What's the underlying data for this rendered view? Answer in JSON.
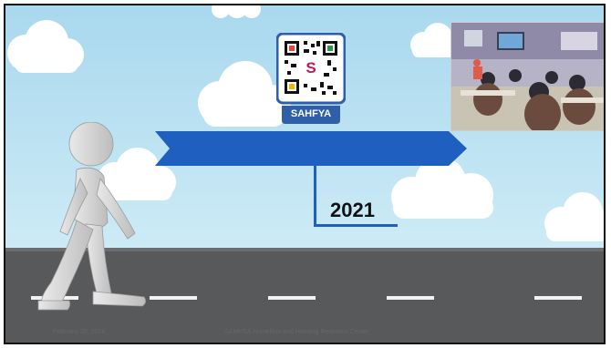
{
  "slide": {
    "year": "2021",
    "qr_label": "SAHFYA",
    "footer": {
      "date": "February 28, 2024",
      "organization": "SAMHSA Homeless and Housing Resource Center"
    }
  },
  "colors": {
    "sky": "#a9d8ee",
    "road": "#58595b",
    "arrow": "#1f5fbf",
    "dash": "#f2f2f2",
    "qr_border": "#2f5fa8"
  },
  "icons": [
    "walking-person-icon",
    "qr-code-icon",
    "timeline-arrow-icon",
    "classroom-photo"
  ]
}
